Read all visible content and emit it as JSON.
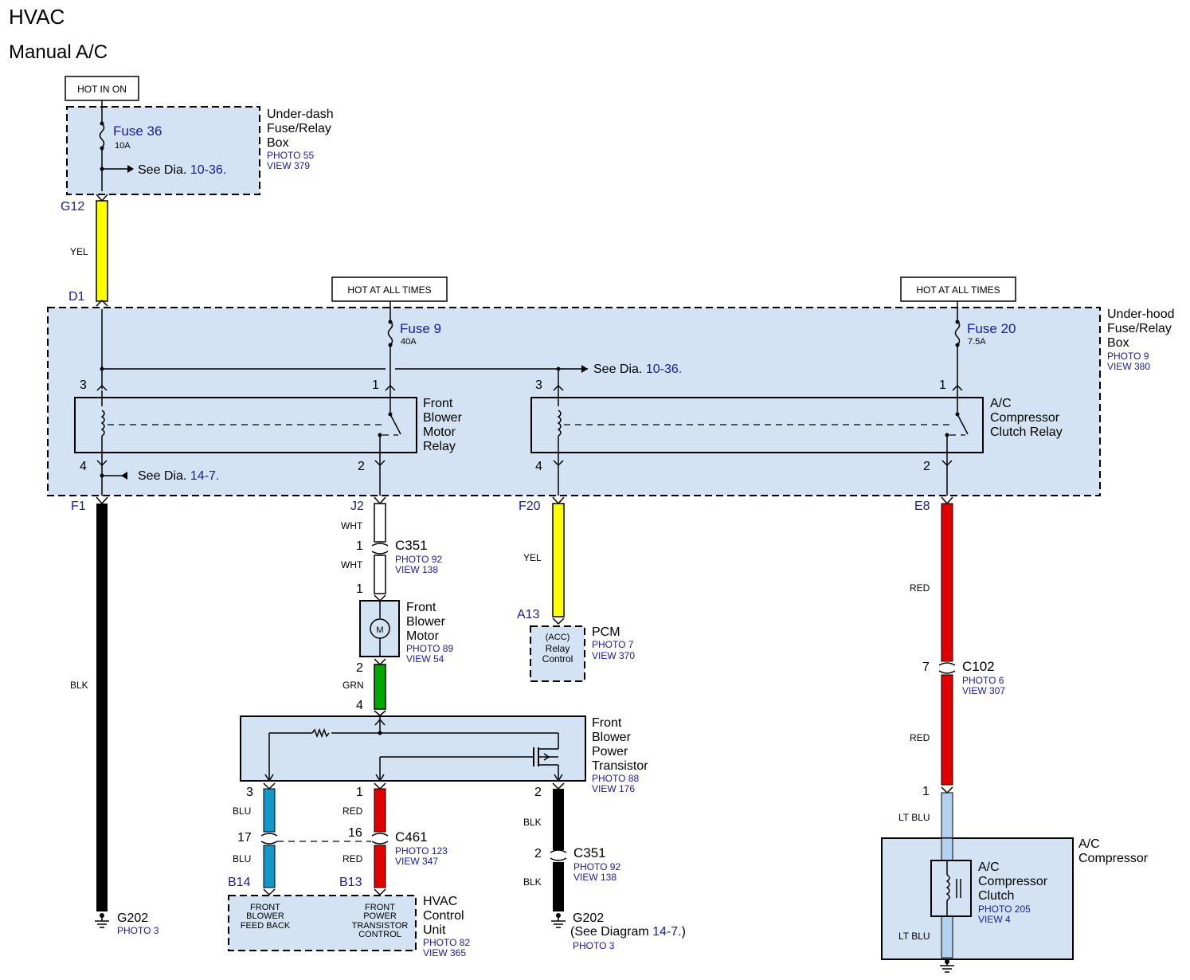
{
  "title": "HVAC",
  "subtitle": "Manual A/C",
  "hot_in_on": "HOT IN ON",
  "hot_at_all_times": "HOT AT ALL TIMES",
  "underdash_box": {
    "name_l1": "Under-dash",
    "name_l2": "Fuse/Relay",
    "name_l3": "Box",
    "photo": "PHOTO 55",
    "view": "VIEW 379",
    "fuse": "Fuse 36",
    "rating": "10A",
    "see_text": "See Dia.",
    "see_ref": "10-36."
  },
  "underhood_box": {
    "name_l1": "Under-hood",
    "name_l2": "Fuse/Relay",
    "name_l3": "Box",
    "photo": "PHOTO 9",
    "view": "VIEW 380",
    "fuse9": "Fuse 9",
    "fuse9_rating": "40A",
    "fuse20": "Fuse 20",
    "fuse20_rating": "7.5A",
    "see_text": "See Dia.",
    "see_ref_1036": "10-36.",
    "see_ref_147": "14-7."
  },
  "relay1": {
    "l1": "Front",
    "l2": "Blower",
    "l3": "Motor",
    "l4": "Relay"
  },
  "relay2": {
    "l1": "A/C",
    "l2": "Compressor",
    "l3": "Clutch Relay"
  },
  "pins": {
    "p3": "3",
    "p1": "1",
    "p4": "4",
    "p2": "2",
    "p7": "7",
    "p16": "16",
    "p17": "17"
  },
  "terminals": {
    "g12": "G12",
    "d1": "D1",
    "f1": "F1",
    "j2": "J2",
    "f20": "F20",
    "e8": "E8",
    "a13": "A13",
    "b14": "B14",
    "b13": "B13"
  },
  "wires": {
    "yel": "YEL",
    "blk": "BLK",
    "wht": "WHT",
    "grn": "GRN",
    "red": "RED",
    "blu": "BLU",
    "ltblu": "LT BLU"
  },
  "wire_colors": {
    "yellow": "#ffff00",
    "black": "#000000",
    "white": "#ffffff",
    "green": "#00a800",
    "red": "#e00000",
    "blue": "#1496c8",
    "ltblue": "#b4d2f0"
  },
  "c351": {
    "name": "C351",
    "photo": "PHOTO 92",
    "view": "VIEW 138"
  },
  "c461": {
    "name": "C461",
    "photo": "PHOTO 123",
    "view": "VIEW 347"
  },
  "c102": {
    "name": "C102",
    "photo": "PHOTO 6",
    "view": "VIEW 307"
  },
  "motor": {
    "l1": "Front",
    "l2": "Blower",
    "l3": "Motor",
    "photo": "PHOTO 89",
    "view": "VIEW 54",
    "symbol": "M"
  },
  "pcm": {
    "name": "PCM",
    "photo": "PHOTO 7",
    "view": "VIEW 370",
    "acc": "(ACC)",
    "relay": "Relay",
    "control": "Control"
  },
  "transistor": {
    "l1": "Front",
    "l2": "Blower",
    "l3": "Power",
    "l4": "Transistor",
    "photo": "PHOTO 88",
    "view": "VIEW 176"
  },
  "hvac_unit": {
    "l1": "HVAC",
    "l2": "Control",
    "l3": "Unit",
    "photo": "PHOTO 82",
    "view": "VIEW 365",
    "fb1": "FRONT",
    "fb2": "BLOWER",
    "fb3": "FEED BACK",
    "pt1": "FRONT",
    "pt2": "POWER",
    "pt3": "TRANSISTOR",
    "pt4": "CONTROL"
  },
  "g202_left": {
    "name": "G202",
    "photo": "PHOTO 3"
  },
  "g202_mid": {
    "name": "G202",
    "see": "(See Diagram",
    "ref": "14-7.",
    "close": ")",
    "photo": "PHOTO 3"
  },
  "compressor": {
    "l1": "A/C",
    "l2": "Compressor",
    "clutch1": "A/C",
    "clutch2": "Compressor",
    "clutch3": "Clutch",
    "photo": "PHOTO 205",
    "view": "VIEW 4"
  }
}
